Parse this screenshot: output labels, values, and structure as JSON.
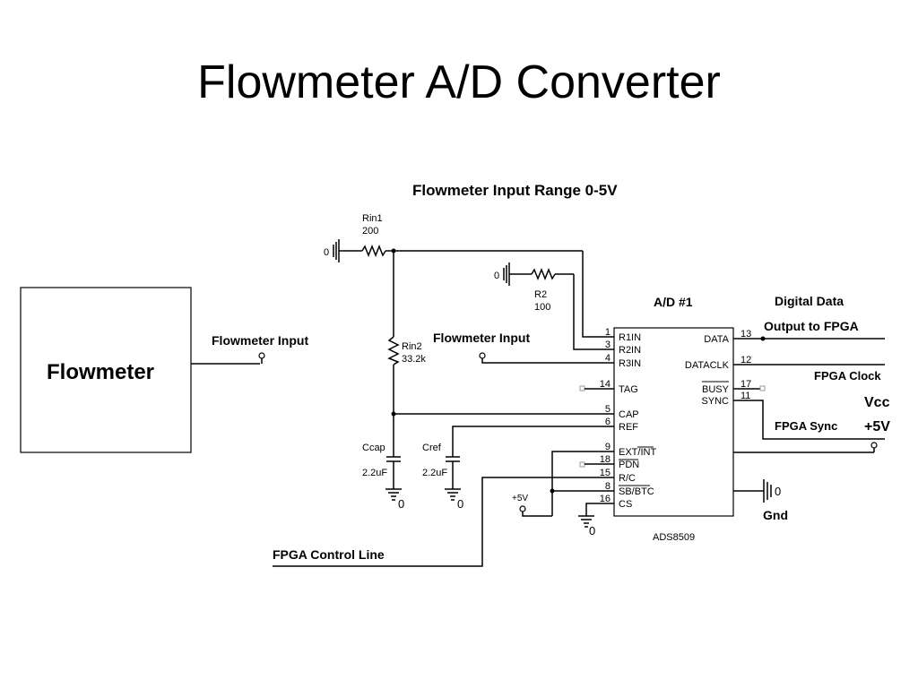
{
  "title": "Flowmeter A/D Converter",
  "flowmeter_block": {
    "label": "Flowmeter"
  },
  "headline": "Flowmeter Input Range 0-5V",
  "components": {
    "rin1": {
      "name": "Rin1",
      "value": "200"
    },
    "r2": {
      "name": "R2",
      "value": "100"
    },
    "rin2": {
      "name": "Rin2",
      "value": "33.2k"
    },
    "ccap": {
      "name": "Ccap",
      "value": "2.2uF"
    },
    "cref": {
      "name": "Cref",
      "value": "2.2uF"
    }
  },
  "ground_label": "0",
  "ic": {
    "title": "A/D #1",
    "part": "ADS8509",
    "left_pins": [
      {
        "num": "1",
        "name": "R1IN"
      },
      {
        "num": "3",
        "name": "R2IN"
      },
      {
        "num": "4",
        "name": "R3IN"
      },
      {
        "num": "14",
        "name": "TAG"
      },
      {
        "num": "5",
        "name": "CAP"
      },
      {
        "num": "6",
        "name": "REF"
      },
      {
        "num": "9",
        "name": "EXT/INT"
      },
      {
        "num": "18",
        "name": "PDN"
      },
      {
        "num": "15",
        "name": "R/C"
      },
      {
        "num": "8",
        "name": "SB/BTC"
      },
      {
        "num": "16",
        "name": "CS"
      }
    ],
    "right_pins": [
      {
        "num": "13",
        "name": "DATA"
      },
      {
        "num": "12",
        "name": "DATACLK"
      },
      {
        "num": "17",
        "name": "BUSY"
      },
      {
        "num": "11",
        "name": "SYNC"
      }
    ]
  },
  "labels": {
    "flowmeter_input_left": "Flowmeter Input",
    "flowmeter_input_mid": "Flowmeter Input",
    "digital_data_1": "Digital Data",
    "digital_data_2": "Output to FPGA",
    "fpga_clock": "FPGA Clock",
    "fpga_sync": "FPGA Sync",
    "vcc": "Vcc",
    "plus5v": "+5V",
    "small_plus5v": "+5V",
    "gnd": "Gnd",
    "fpga_control": "FPGA Control Line"
  }
}
